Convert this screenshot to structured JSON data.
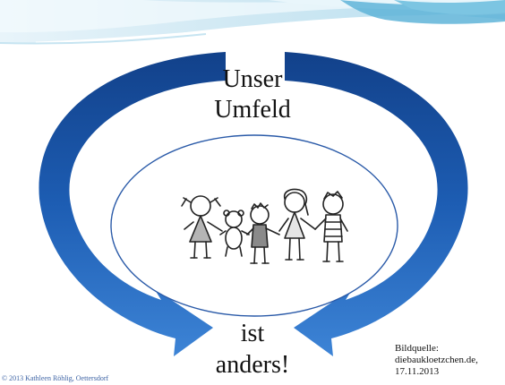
{
  "slide": {
    "title_line1": "Unser",
    "title_line2": "Umfeld",
    "bottom_line1": "ist",
    "bottom_line2": "anders!",
    "source_line1": "Bildquelle:",
    "source_line2": "diebaukloetzchen.de,",
    "source_line3": "17.11.2013",
    "copyright": "© 2013 Kathleen Röhlig, Oettersdorf"
  },
  "colors": {
    "arrow_light": "#2f74c8",
    "arrow_dark": "#12418a",
    "ellipse_stroke": "#2a5aa8",
    "header_band": "#5fb4d8",
    "header_light": "#d7ecf5",
    "copyright_text": "#3e64a5"
  },
  "icons": {
    "center_image": "children-holding-hands-drawing"
  }
}
